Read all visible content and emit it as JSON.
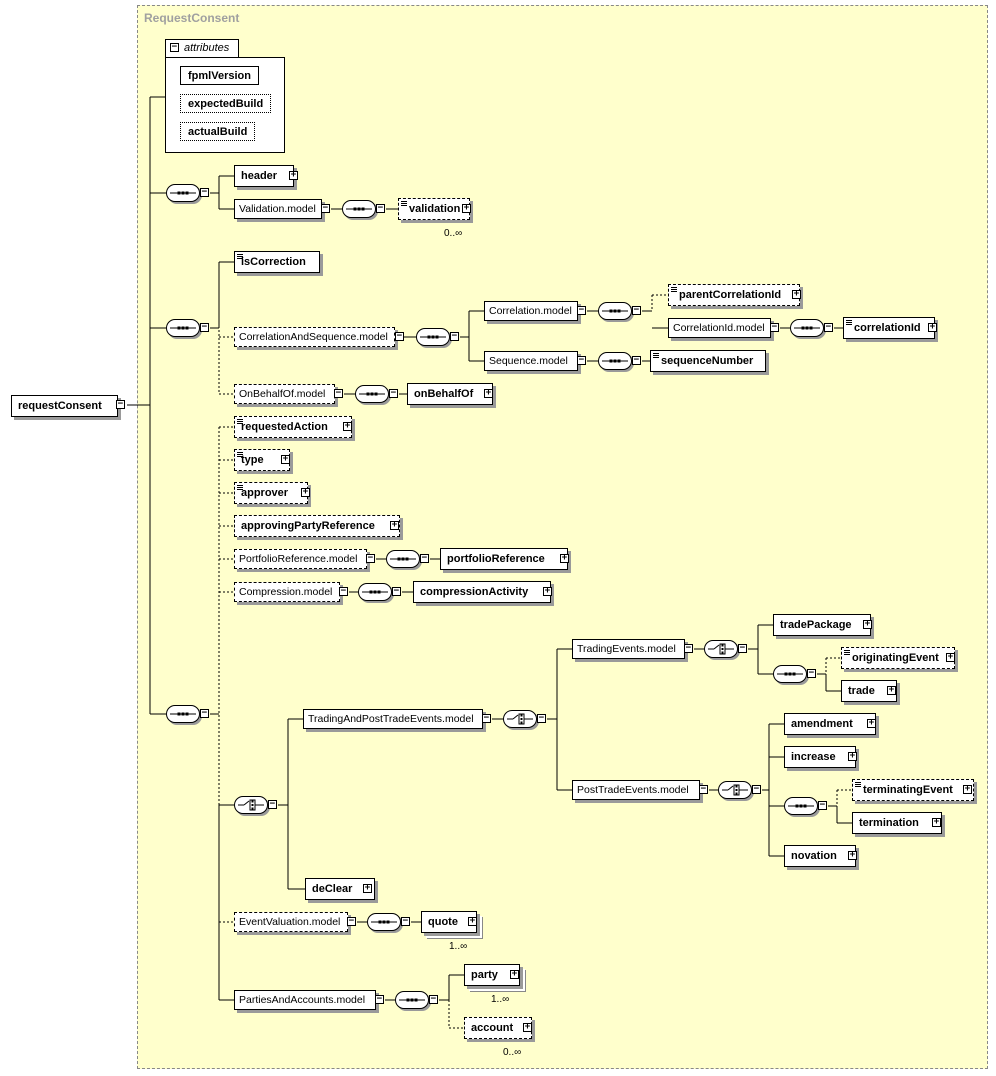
{
  "container_title": "RequestConsent",
  "root": "requestConsent",
  "attributes": {
    "tab_label": "attributes",
    "items": [
      "fpmlVersion",
      "expectedBuild",
      "actualBuild"
    ]
  },
  "nodes": {
    "header": "header",
    "validation_model": "Validation.model",
    "validation": "validation",
    "isCorrection": "isCorrection",
    "correlation_and_sequence_model": "CorrelationAndSequence.model",
    "correlation_model": "Correlation.model",
    "parentCorrelationId": "parentCorrelationId",
    "correlationId_model": "CorrelationId.model",
    "correlationId": "correlationId",
    "sequence_model": "Sequence.model",
    "sequenceNumber": "sequenceNumber",
    "onbehalfof_model": "OnBehalfOf.model",
    "onBehalfOf": "onBehalfOf",
    "requestedAction": "requestedAction",
    "type": "type",
    "approver": "approver",
    "approvingPartyReference": "approvingPartyReference",
    "portfolioreference_model": "PortfolioReference.model",
    "portfolioReference": "portfolioReference",
    "compression_model": "Compression.model",
    "compressionActivity": "compressionActivity",
    "tradingandposttradeevents_model": "TradingAndPostTradeEvents.model",
    "tradingevents_model": "TradingEvents.model",
    "tradePackage": "tradePackage",
    "originatingEvent": "originatingEvent",
    "trade": "trade",
    "posttradeevents_model": "PostTradeEvents.model",
    "amendment": "amendment",
    "increase": "increase",
    "terminatingEvent": "terminatingEvent",
    "termination": "termination",
    "novation": "novation",
    "deClear": "deClear",
    "eventvaluation_model": "EventValuation.model",
    "quote": "quote",
    "partiesandaccounts_model": "PartiesAndAccounts.model",
    "party": "party",
    "account": "account"
  },
  "occurrences": {
    "validation": "0..∞",
    "quote": "1..∞",
    "party": "1..∞",
    "account": "0..∞"
  }
}
